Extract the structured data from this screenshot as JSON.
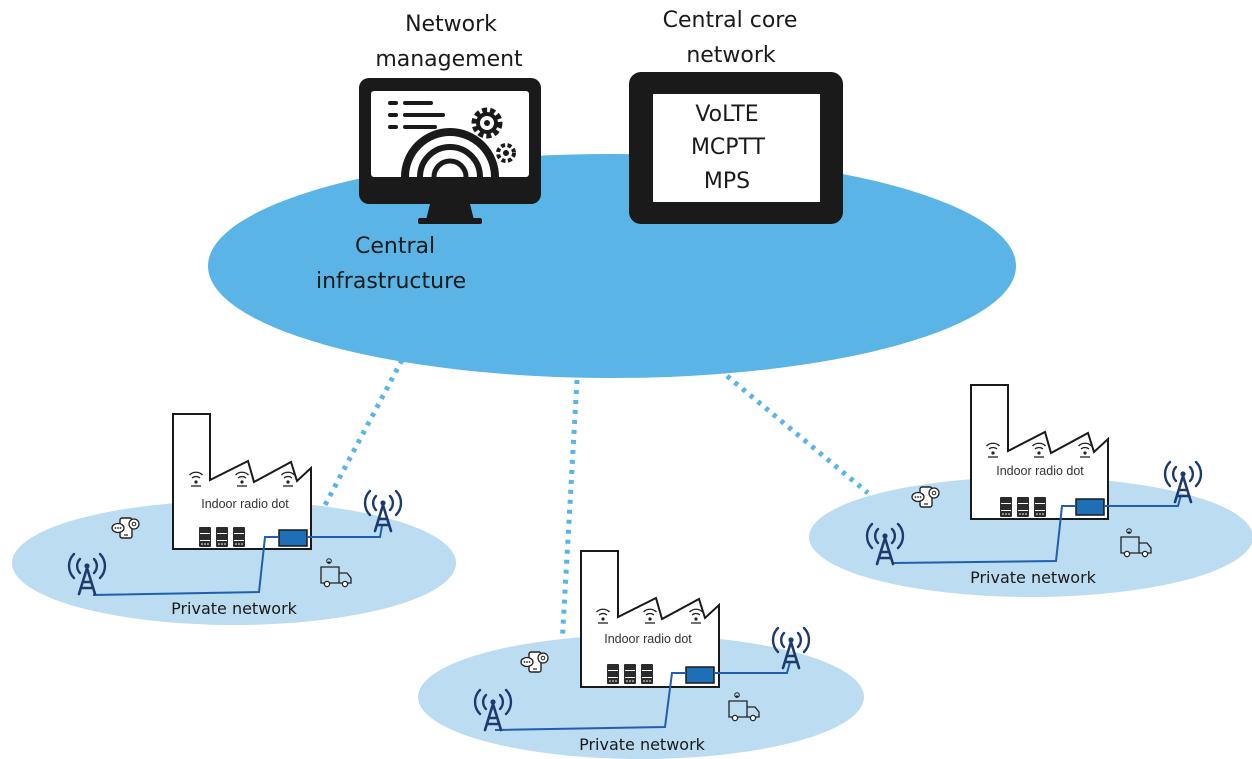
{
  "labels": {
    "network_management_line1": "Network",
    "network_management_line2": "management",
    "central_core_line1": "Central core",
    "central_core_line2": "network",
    "central_infra_line1": "Central",
    "central_infra_line2": "infrastructure",
    "core_services": [
      "VoLTE",
      "MCPTT",
      "MPS"
    ]
  },
  "sites": [
    {
      "indoor_label": "Indoor radio dot",
      "network_label": "Private network"
    },
    {
      "indoor_label": "Indoor radio dot",
      "network_label": "Private network"
    },
    {
      "indoor_label": "Indoor radio dot",
      "network_label": "Private network"
    }
  ],
  "colors": {
    "central_cloud": "#5ab4e5",
    "private_cloud": "#bcdcf1",
    "link_dotted": "#5ab4e5",
    "cable": "#1f5fae",
    "radio_unit": "#1f6fb8",
    "tower": "#1d3a6e",
    "device_dark": "#1a1a1a"
  },
  "icons": [
    "monitor-icon",
    "gear-icon",
    "core-box-icon",
    "factory-icon",
    "antenna-tower-icon",
    "smartphone-icon",
    "delivery-van-icon",
    "server-rack-icon"
  ]
}
